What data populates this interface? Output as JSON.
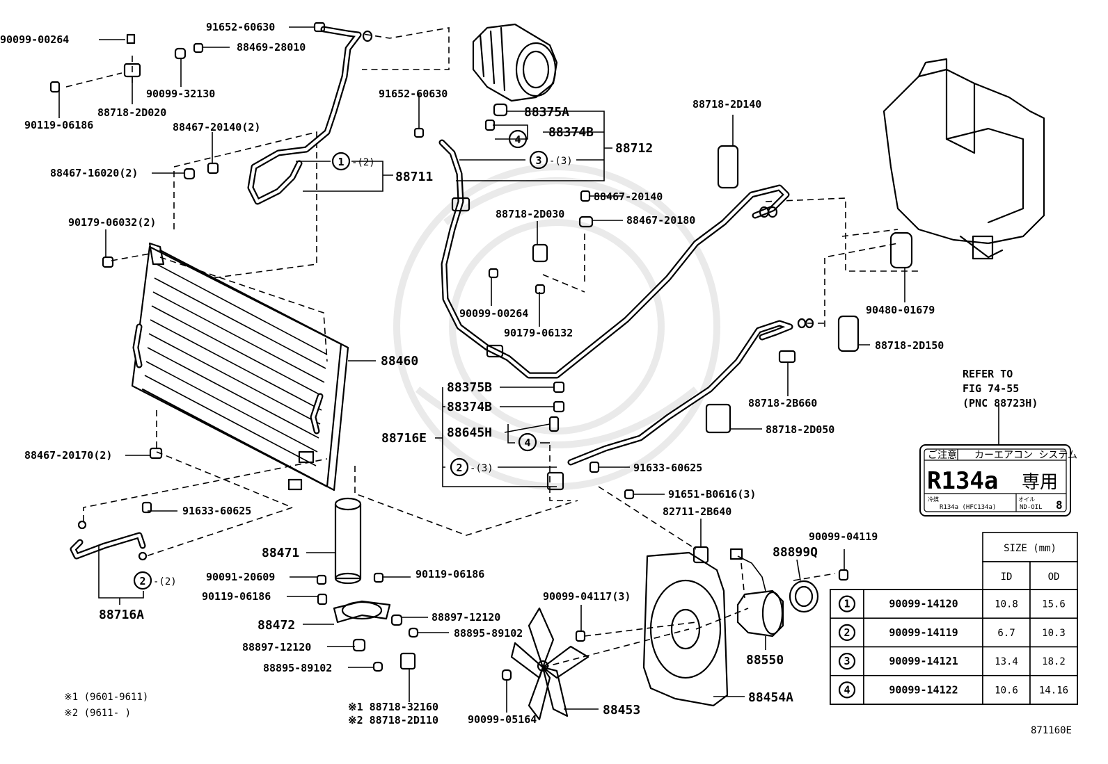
{
  "labels": {
    "p90099_00264_a": "90099-00264",
    "p91652_60630_a": "91652-60630",
    "p88469_28010": "88469-28010",
    "p90099_32130": "90099-32130",
    "p88718_2D020": "88718-2D020",
    "p90119_06186_a": "90119-06186",
    "p88467_20140_2": "88467-20140(2)",
    "p88467_16020_2": "88467-16020(2)",
    "p88711": "88711",
    "p90179_06032_2": "90179-06032(2)",
    "p88460": "88460",
    "p88467_20170_2": "88467-20170(2)",
    "p91633_60625_a": "91633-60625",
    "p88716A": "88716A",
    "p88471": "88471",
    "p90091_20609": "90091-20609",
    "p90119_06186_b": "90119-06186",
    "p90119_06186_c": "90119-06186",
    "p88472": "88472",
    "p88897_12120_a": "88897-12120",
    "p88895_89102_a": "88895-89102",
    "p88897_12120_b": "88897-12120",
    "p88895_89102_b": "88895-89102",
    "p88718_32160": "※1 88718-32160",
    "p88718_2D110": "※2 88718-2D110",
    "p91652_60630_b": "91652-60630",
    "p88375A": "88375A",
    "p88374B_a": "88374B",
    "p88712": "88712",
    "p88467_20140": "88467-20140",
    "p88718_2D030": "88718-2D030",
    "p88467_20180": "88467-20180",
    "p90099_00264_b": "90099-00264",
    "p90179_06132": "90179-06132",
    "p88375B": "88375B",
    "p88374B_b": "88374B",
    "p88645H": "88645H",
    "p88716E": "88716E",
    "p91633_60625_b": "91633-60625",
    "p91651_B0616_3": "91651-B0616(3)",
    "p82711_2B640": "82711-2B640",
    "p88718_2D140": "88718-2D140",
    "p90480_01679": "90480-01679",
    "p88718_2D150": "88718-2D150",
    "p88718_2B660": "88718-2B660",
    "p88718_2D050": "88718-2D050",
    "p90099_04119": "90099-04119",
    "p88899Q": "88899Q",
    "p90099_04117_3": "90099-04117(3)",
    "p88550": "88550",
    "p90099_05164": "90099-05164",
    "p88453": "88453",
    "p88454A": "88454A"
  },
  "circle_refs": {
    "c1_qty": "-(2)",
    "c3_qty": "-(3)",
    "c2_qty_a": "-(3)",
    "c2_qty_b": "-(2)"
  },
  "refer": {
    "line1": "REFER TO",
    "line2": "FIG 74-55",
    "line3": "(PNC 88723H)"
  },
  "sticker": {
    "caution": "ご注意",
    "system": "カーエアコン システム",
    "refrigerant": "R134a",
    "dedicated": "専用",
    "coolant_label": "冷媒",
    "coolant_value": "R134a (HFC134a)",
    "oil_label": "オイル",
    "oil_value": "ND-OIL",
    "oil_number": "8"
  },
  "size_table": {
    "header": "SIZE (mm)",
    "col_id": "ID",
    "col_od": "OD",
    "rows": [
      {
        "ref": "1",
        "part": "90099-14120",
        "id": "10.8",
        "od": "15.6"
      },
      {
        "ref": "2",
        "part": "90099-14119",
        "id": "6.7",
        "od": "10.3"
      },
      {
        "ref": "3",
        "part": "90099-14121",
        "id": "13.4",
        "od": "18.2"
      },
      {
        "ref": "4",
        "part": "90099-14122",
        "id": "10.6",
        "od": "14.16"
      }
    ]
  },
  "notes": {
    "note1": "※1 (9601-9611)",
    "note2": "※2 (9611-     )"
  },
  "figure_number": "871160E"
}
